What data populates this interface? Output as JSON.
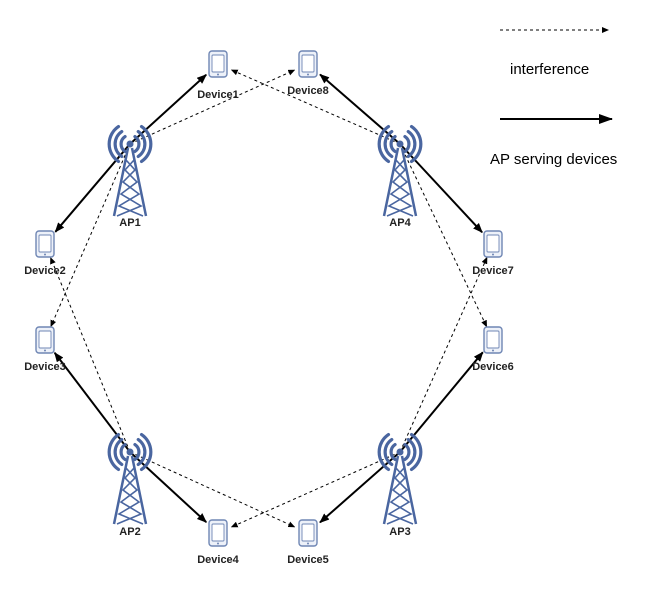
{
  "legend": {
    "interference_label": "interference",
    "serving_label": "AP serving devices"
  },
  "access_points": [
    {
      "id": "ap1",
      "label": "AP1"
    },
    {
      "id": "ap2",
      "label": "AP2"
    },
    {
      "id": "ap3",
      "label": "AP3"
    },
    {
      "id": "ap4",
      "label": "AP4"
    }
  ],
  "devices": [
    {
      "id": "device1",
      "label": "Device1"
    },
    {
      "id": "device2",
      "label": "Device2"
    },
    {
      "id": "device3",
      "label": "Device3"
    },
    {
      "id": "device4",
      "label": "Device4"
    },
    {
      "id": "device5",
      "label": "Device5"
    },
    {
      "id": "device6",
      "label": "Device6"
    },
    {
      "id": "device7",
      "label": "Device7"
    },
    {
      "id": "device8",
      "label": "Device8"
    }
  ],
  "serving_links": [
    {
      "from": "ap1",
      "to": "device1"
    },
    {
      "from": "ap1",
      "to": "device2"
    },
    {
      "from": "ap2",
      "to": "device3"
    },
    {
      "from": "ap2",
      "to": "device4"
    },
    {
      "from": "ap3",
      "to": "device5"
    },
    {
      "from": "ap3",
      "to": "device6"
    },
    {
      "from": "ap4",
      "to": "device7"
    },
    {
      "from": "ap4",
      "to": "device8"
    }
  ],
  "interference_links": [
    {
      "from": "ap1",
      "to": "device8"
    },
    {
      "from": "ap1",
      "to": "device3"
    },
    {
      "from": "ap4",
      "to": "device1"
    },
    {
      "from": "ap4",
      "to": "device6"
    },
    {
      "from": "ap2",
      "to": "device2"
    },
    {
      "from": "ap2",
      "to": "device5"
    },
    {
      "from": "ap3",
      "to": "device4"
    },
    {
      "from": "ap3",
      "to": "device7"
    }
  ],
  "colors": {
    "tower": "#4a66a0",
    "device_fill": "#edf1f9",
    "device_stroke": "#6f86b4",
    "line": "#000000"
  }
}
